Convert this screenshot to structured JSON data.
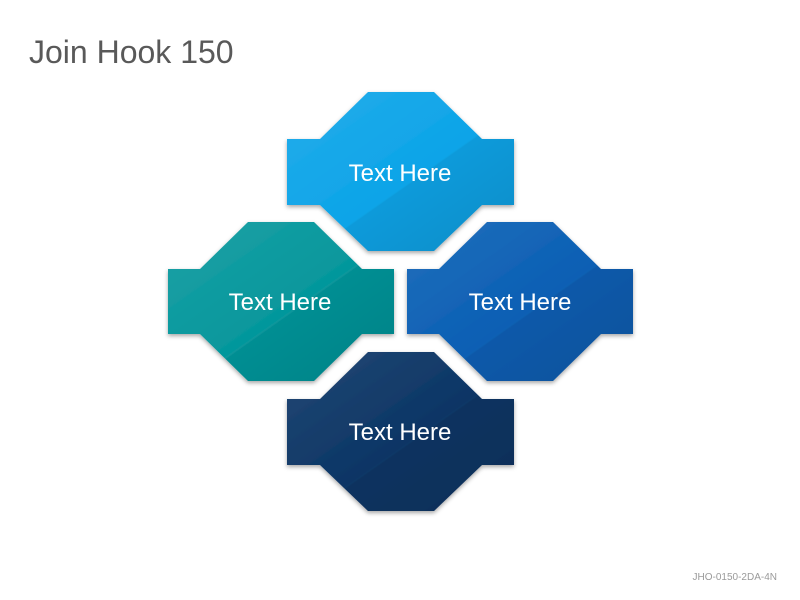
{
  "title": "Join Hook 150",
  "footer_code": "JHO-0150-2DA-4N",
  "shapes": [
    {
      "position": "top",
      "label": "Text Here",
      "color": "#0ca4e8"
    },
    {
      "position": "left",
      "label": "Text Here",
      "color": "#05979c"
    },
    {
      "position": "right",
      "label": "Text Here",
      "color": "#0a5fb4"
    },
    {
      "position": "bottom",
      "label": "Text Here",
      "color": "#0b3565"
    }
  ]
}
